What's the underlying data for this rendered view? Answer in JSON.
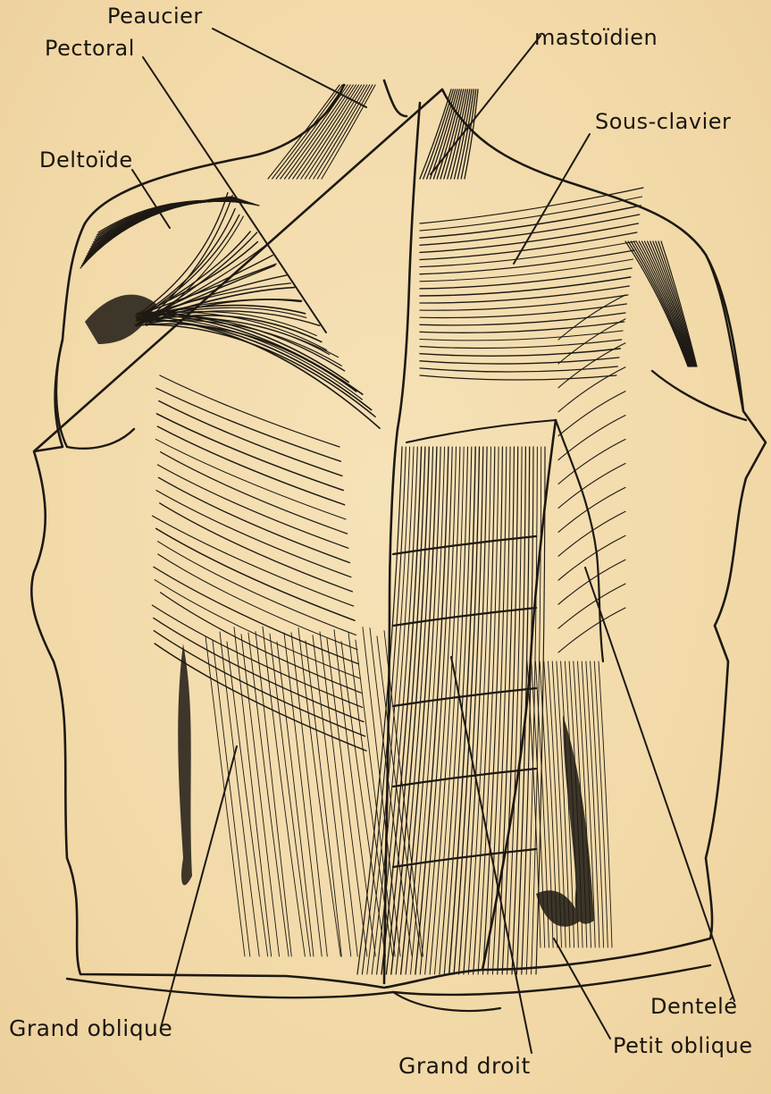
{
  "labels": {
    "peaucier": "Peaucier",
    "pectoral": "Pectoral",
    "mastoidien": "mastoïdien",
    "sous_clavier": "Sous-clavier",
    "deltoide": "Deltoïde",
    "grand_oblique": "Grand oblique",
    "grand_droit": "Grand droit",
    "dentele": "Dentelé",
    "petit_oblique": "Petit oblique"
  },
  "colors": {
    "paper": "#f3dcae",
    "ink": "#1a1612"
  }
}
